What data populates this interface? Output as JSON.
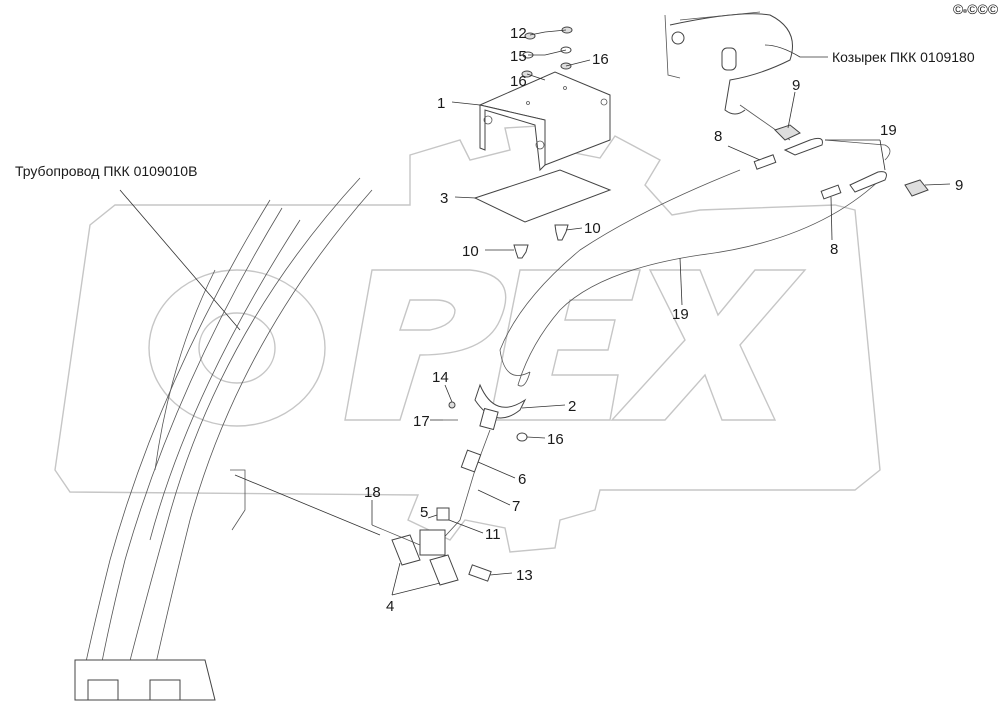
{
  "watermark": {
    "brand": "OPEX"
  },
  "corner_mark": "© ©©©",
  "labels": {
    "pipeline": "Трубопровод ПКК 0109010В",
    "visor": "Козырек ПКК 0109180"
  },
  "callouts": [
    {
      "id": "c12",
      "text": "12"
    },
    {
      "id": "c15",
      "text": "15"
    },
    {
      "id": "c16a",
      "text": "16"
    },
    {
      "id": "c16b",
      "text": "16"
    },
    {
      "id": "c1",
      "text": "1"
    },
    {
      "id": "c3",
      "text": "3"
    },
    {
      "id": "c10a",
      "text": "10"
    },
    {
      "id": "c10b",
      "text": "10"
    },
    {
      "id": "c9a",
      "text": "9"
    },
    {
      "id": "c9b",
      "text": "9"
    },
    {
      "id": "c8a",
      "text": "8"
    },
    {
      "id": "c8b",
      "text": "8"
    },
    {
      "id": "c19a",
      "text": "19"
    },
    {
      "id": "c19b",
      "text": "19"
    },
    {
      "id": "c14",
      "text": "14"
    },
    {
      "id": "c17",
      "text": "17"
    },
    {
      "id": "c2",
      "text": "2"
    },
    {
      "id": "c16c",
      "text": "16"
    },
    {
      "id": "c6",
      "text": "6"
    },
    {
      "id": "c7",
      "text": "7"
    },
    {
      "id": "c18",
      "text": "18"
    },
    {
      "id": "c5",
      "text": "5"
    },
    {
      "id": "c11",
      "text": "11"
    },
    {
      "id": "c13",
      "text": "13"
    },
    {
      "id": "c4",
      "text": "4"
    }
  ]
}
